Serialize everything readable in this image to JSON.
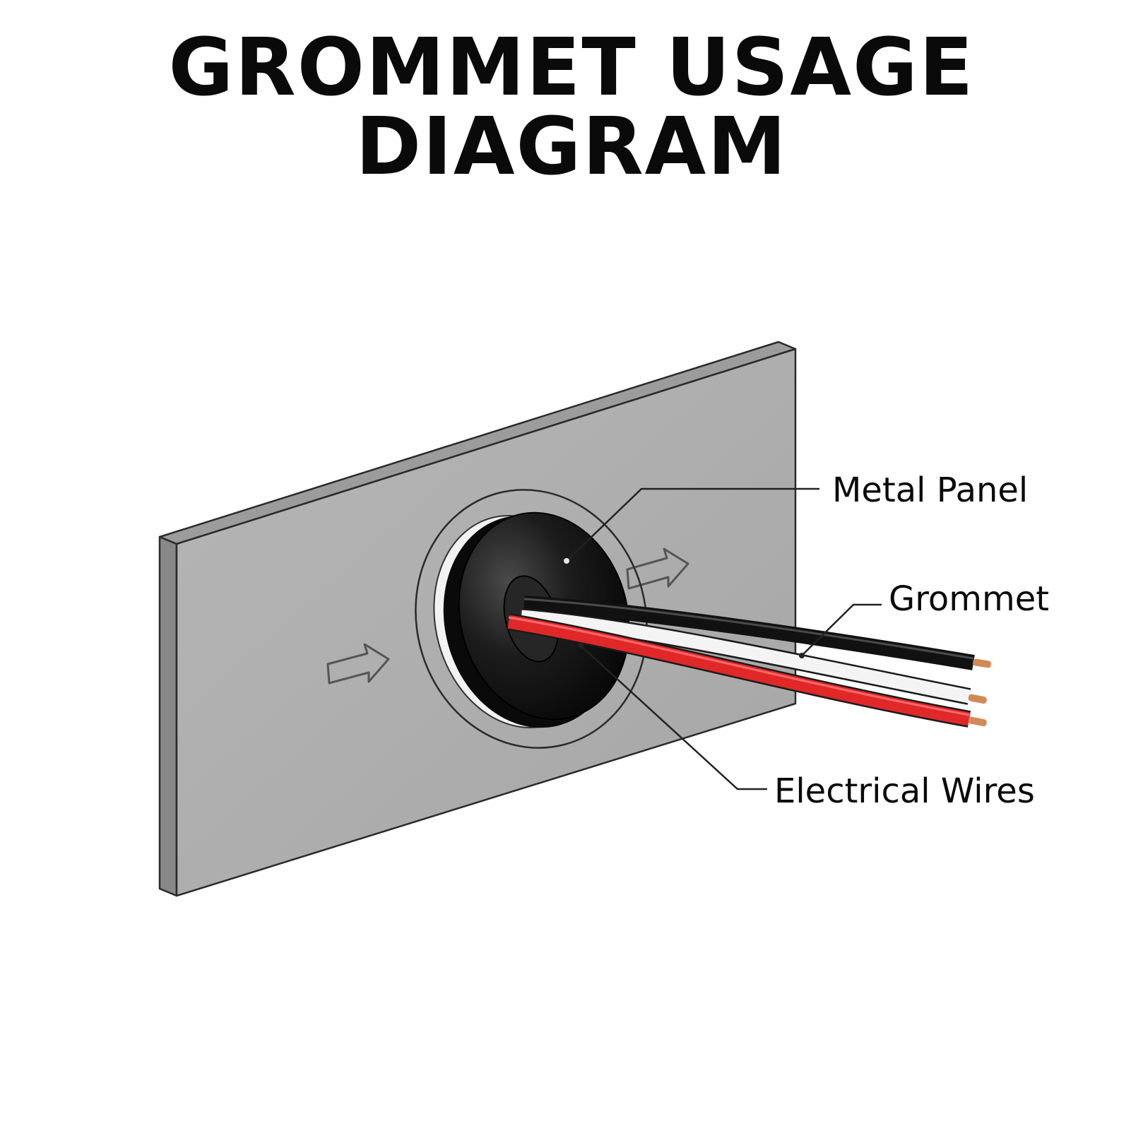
{
  "title": "GROMMET USAGE DIAGRAM",
  "labels": {
    "metal_panel": "Metal Panel",
    "grommet": "Grommet",
    "electrical_wires": "Electrical Wires"
  },
  "colors": {
    "panel_face": "#b0b0b0",
    "panel_edge": "#8a8a8a",
    "panel_top": "#9e9e9e",
    "grommet": "#141414",
    "wire_black": "#1e1e1e",
    "wire_white": "#f4f4f4",
    "wire_red": "#e02828",
    "copper": "#d08a55"
  },
  "icons": [
    "arrow-right-icon",
    "arrow-right-icon"
  ]
}
